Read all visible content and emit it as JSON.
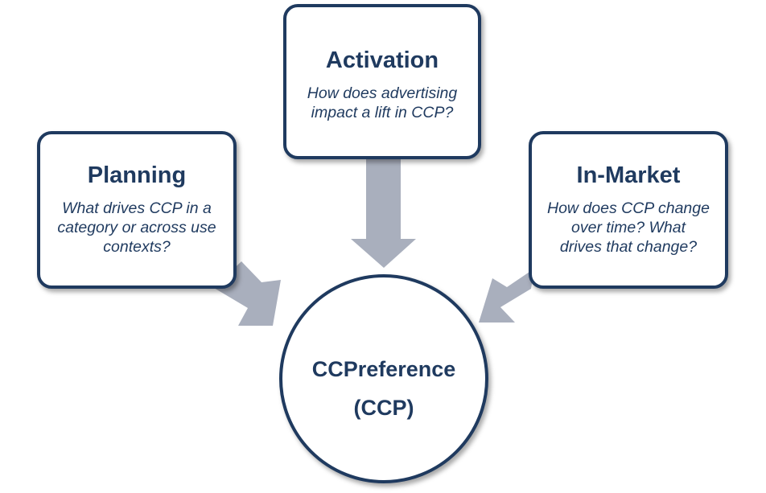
{
  "diagram": {
    "center": {
      "line1": "CCPreference",
      "line2": "(CCP)"
    },
    "nodes": [
      {
        "title": "Activation",
        "description_lines": [
          "How does advertising",
          "impact a lift in CCP?"
        ]
      },
      {
        "title": "Planning",
        "description_lines": [
          "What drives CCP in a",
          "category or across use",
          "contexts?"
        ]
      },
      {
        "title": "In-Market",
        "description_lines": [
          "How does CCP change",
          "over time?  What",
          "drives that change?"
        ]
      }
    ],
    "colors": {
      "border": "#1f3a5f",
      "text": "#1f3a5f",
      "arrow": "#a9afbd",
      "background": "#ffffff"
    }
  }
}
